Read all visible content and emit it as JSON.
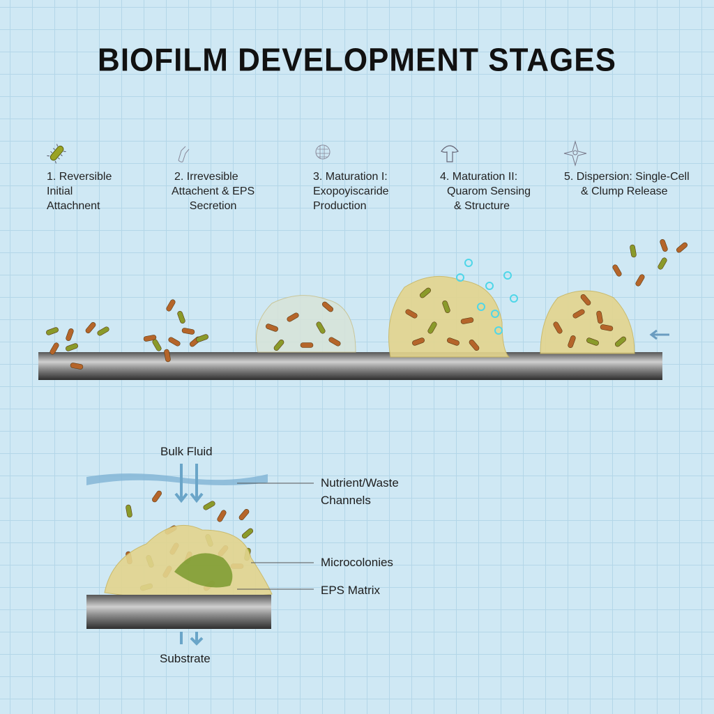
{
  "title": "BIOFILM DEVELOPMENT STAGES",
  "stages": [
    {
      "line1": "1. Reversible",
      "line2": "Initial",
      "line3": "Attachnent",
      "icon": "bacterium-icon"
    },
    {
      "line1": "2. Irrevesible",
      "line2": "Attachent & EPS",
      "line3": "Secretion",
      "icon": "attachment-icon"
    },
    {
      "line1": "3. Maturation I:",
      "line2": "Exopoyiscaride",
      "line3": "Production",
      "icon": "polysaccharide-net-icon"
    },
    {
      "line1": "4. Maturation II:",
      "line2": "Quarom Sensing",
      "line3": "& Structure",
      "icon": "mushroom-icon"
    },
    {
      "line1": "5. Dispersion: Single-Cell",
      "line2": "& Clump Release",
      "icon": "dispersion-icon"
    }
  ],
  "detail": {
    "bulk_fluid": "Bulk Fluid",
    "nutrient_line1": "Nutrient/Waste",
    "nutrient_line2": "Channels",
    "microcolonies": "Microcolonies",
    "eps_matrix": "EPS Matrix",
    "substrate": "Substrate"
  },
  "colors": {
    "background": "#cfe8f4",
    "substrate": "#6e6e6e",
    "eps": "#e8d98f",
    "rod": "#b5652a",
    "green": "#7a9a2e",
    "signal": "#4fd6e8"
  }
}
